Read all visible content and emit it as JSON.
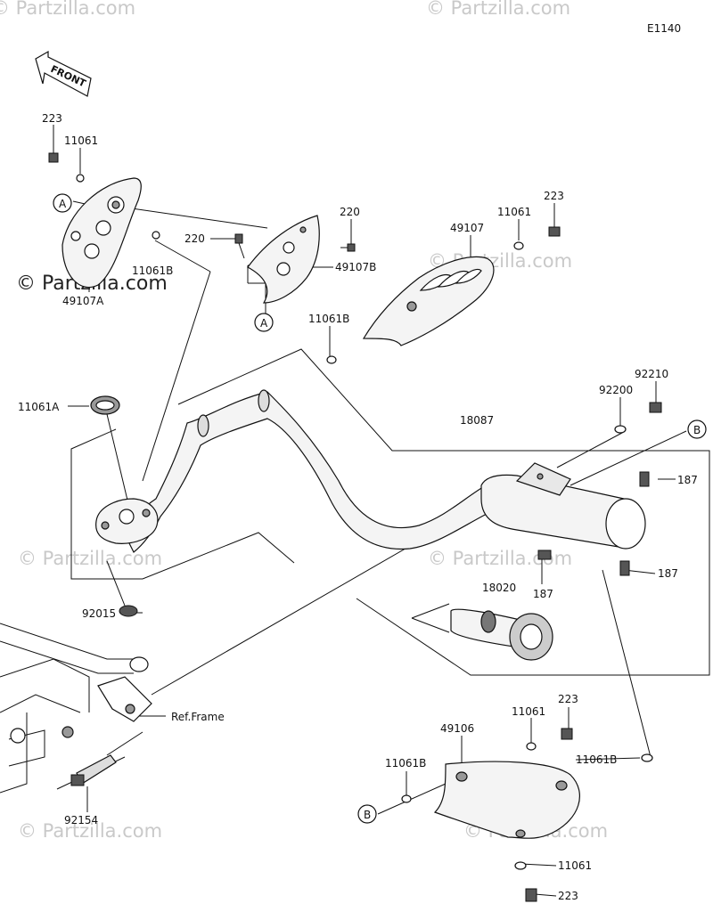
{
  "diagram_code": "E1140",
  "front_label": "FRONT",
  "watermark": "© Partzilla.com",
  "callouts": {
    "A": "A",
    "B": "B"
  },
  "labels": {
    "p223_a": "223",
    "p11061_a": "11061",
    "p11061b_a": "11061B",
    "p49107a": "49107A",
    "p220_a": "220",
    "p220_b": "220",
    "p49107b": "49107B",
    "p223_b": "223",
    "p11061_b": "11061",
    "p49107": "49107",
    "p11061b_b": "11061B",
    "p92210": "92210",
    "p92200": "92200",
    "p11061a": "11061A",
    "p18087": "18087",
    "p187_a": "187",
    "p187_b": "187",
    "p187_c": "187",
    "p18020": "18020",
    "p92015": "92015",
    "p_ref_frame": "Ref.Frame",
    "p223_c": "223",
    "p11061_c": "11061",
    "p49106": "49106",
    "p11061b_c": "11061B",
    "p11061b_d": "11061B",
    "p92154": "92154",
    "p11061_d": "11061",
    "p223_d": "223"
  }
}
